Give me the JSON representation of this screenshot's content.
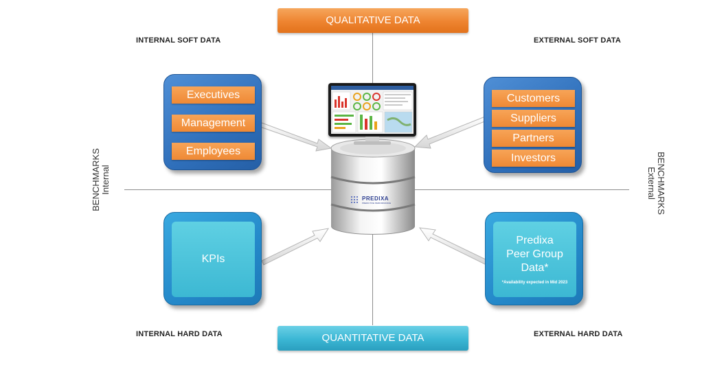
{
  "banners": {
    "top": "QUALITATIVE DATA",
    "bottom": "QUANTITATIVE DATA"
  },
  "corners": {
    "top_left": "INTERNAL SOFT DATA",
    "top_right": "EXTERNAL SOFT DATA",
    "bottom_left": "INTERNAL HARD DATA",
    "bottom_right": "EXTERNAL HARD DATA"
  },
  "benchmarks": {
    "left": {
      "title": "BENCHMARKS",
      "sub": "Internal"
    },
    "right": {
      "title": "BENCHMARKS",
      "sub": "External"
    }
  },
  "internal_soft": [
    "Executives",
    "Management",
    "Employees"
  ],
  "external_soft": [
    "Customers",
    "Suppliers",
    "Partners",
    "Investors"
  ],
  "internal_hard": {
    "label": "KPIs"
  },
  "external_hard": {
    "lines": [
      "Predixa",
      "Peer Group",
      "Data*"
    ],
    "note": "*Availability expected in Mid 2023"
  },
  "center": {
    "logo_name": "PREDIXA",
    "logo_sub": "PREDICTIVE PERFORMANCE"
  },
  "colors": {
    "orange": "#ee8430",
    "teal": "#3bb6d4",
    "blue": "#2f6fba"
  },
  "icons": {
    "monitor": "dashboard-monitor-icon",
    "database": "database-cylinder-icon"
  }
}
